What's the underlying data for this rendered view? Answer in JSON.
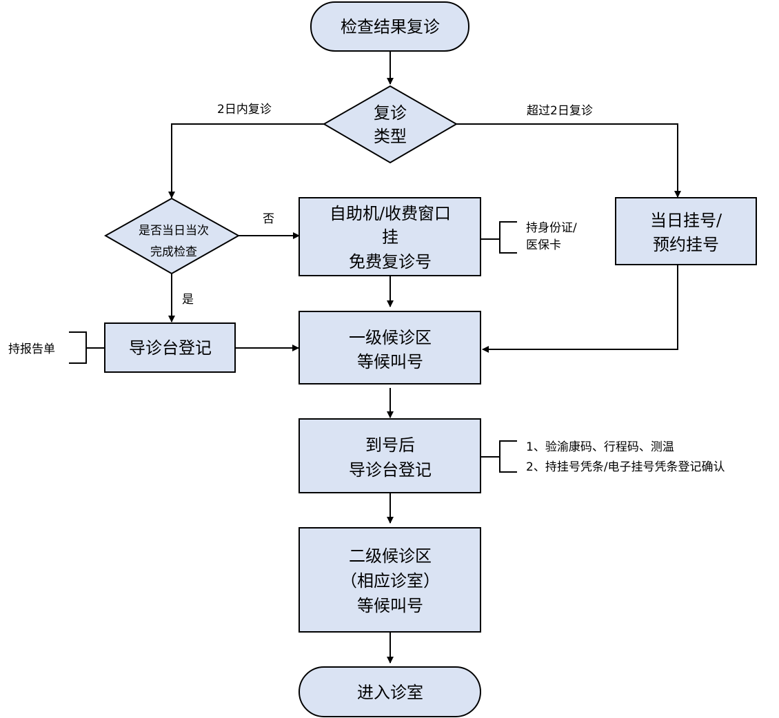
{
  "start": "检查结果复诊",
  "decision_type": [
    "复诊",
    "类型"
  ],
  "branch_within_2_days": "2日内复诊",
  "branch_over_2_days": "超过2日复诊",
  "decision_same_day": [
    "是否当日当次",
    "完成检查"
  ],
  "label_no": "否",
  "label_yes": "是",
  "self_service_box": [
    "自助机/收费窗口",
    "挂",
    "免费复诊号"
  ],
  "id_note": [
    "持身份证/",
    "医保卡"
  ],
  "register_box": [
    "当日挂号/",
    "预约挂号"
  ],
  "guide_desk_box": "导诊台登记",
  "report_note": "持报告单",
  "waiting_1_box": [
    "一级候诊区",
    "等候叫号"
  ],
  "arrival_box": [
    "到号后",
    "导诊台登记"
  ],
  "arrival_notes": [
    "1、验渝康码、行程码、测温",
    "2、持挂号凭条/电子挂号凭条登记确认"
  ],
  "waiting_2_box": [
    "二级候诊区",
    "（相应诊室）",
    "等候叫号"
  ],
  "end": "进入诊室"
}
